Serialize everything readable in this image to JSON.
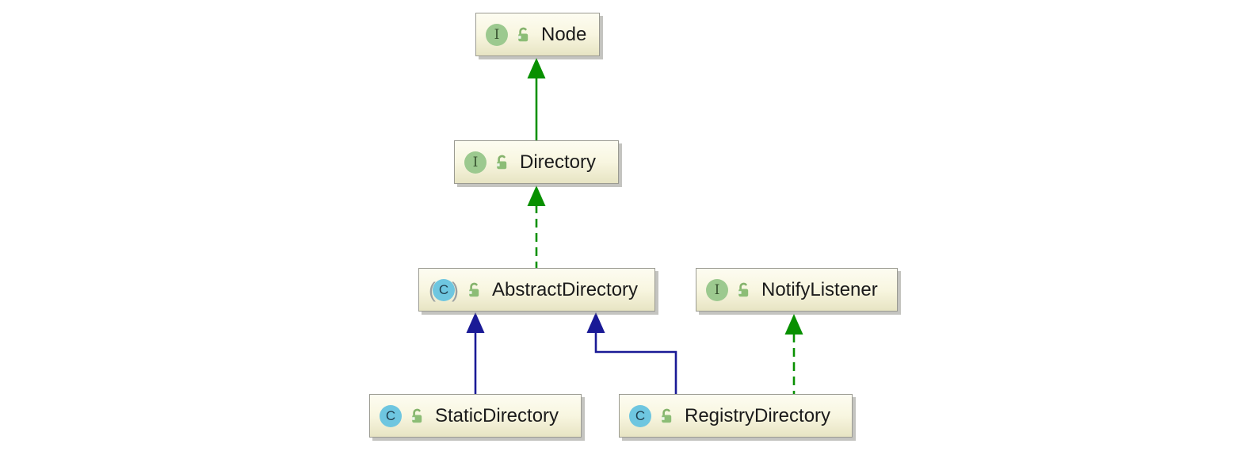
{
  "diagram": {
    "type": "uml-class-hierarchy",
    "nodes": [
      {
        "label": "Node",
        "kind": "interface",
        "visibility": "public"
      },
      {
        "label": "Directory",
        "kind": "interface",
        "visibility": "public"
      },
      {
        "label": "AbstractDirectory",
        "kind": "abstract-class",
        "visibility": "public"
      },
      {
        "label": "NotifyListener",
        "kind": "interface",
        "visibility": "public"
      },
      {
        "label": "StaticDirectory",
        "kind": "class",
        "visibility": "public"
      },
      {
        "label": "RegistryDirectory",
        "kind": "class",
        "visibility": "public"
      }
    ],
    "edges": [
      {
        "from": "Directory",
        "to": "Node",
        "relation": "extends",
        "line": "solid green, filled triangle head"
      },
      {
        "from": "AbstractDirectory",
        "to": "Directory",
        "relation": "implements",
        "line": "dashed green, filled triangle head"
      },
      {
        "from": "StaticDirectory",
        "to": "AbstractDirectory",
        "relation": "extends",
        "line": "solid navy, filled triangle head"
      },
      {
        "from": "RegistryDirectory",
        "to": "AbstractDirectory",
        "relation": "extends",
        "line": "solid navy elbow, filled triangle head"
      },
      {
        "from": "RegistryDirectory",
        "to": "NotifyListener",
        "relation": "implements",
        "line": "dashed green, filled triangle head"
      }
    ],
    "icon_letters": {
      "interface": "I",
      "class": "C"
    },
    "abstract_parens": {
      "left": "(",
      "right": ")"
    },
    "colors": {
      "interface_edge": "#089000",
      "class_edge": "#1a1a96",
      "interface_icon_bg": "#9cc98f",
      "class_icon_bg": "#6ec6e0",
      "lock_icon": "#85b36c",
      "box_fill_top": "#fdfcf1",
      "box_fill_bottom": "#e7e4c3",
      "box_border": "#9b9b92"
    }
  }
}
